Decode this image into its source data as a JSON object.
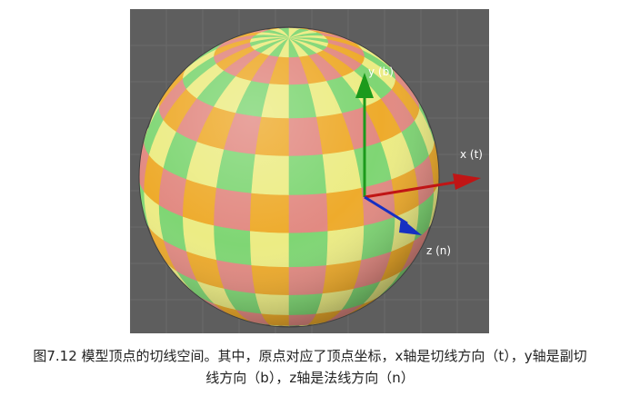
{
  "figure": {
    "axis_labels": {
      "y": "y (b)",
      "x": "x (t)",
      "z": "z (n)"
    },
    "colors": {
      "background": "#5e5e5e",
      "grid": "#6a6a6a",
      "sphere_palette": [
        "#e28a82",
        "#eeab2c",
        "#7fd674",
        "#ecec84"
      ],
      "axis_x": "#c01515",
      "axis_y": "#1c9a1c",
      "axis_z": "#1630c2"
    },
    "caption": {
      "line1": "图7.12 模型顶点的切线空间。其中，原点对应了顶点坐标，x轴是切线方向（t），y轴是副切",
      "line2": "线方向（b），z轴是法线方向（n）"
    }
  }
}
